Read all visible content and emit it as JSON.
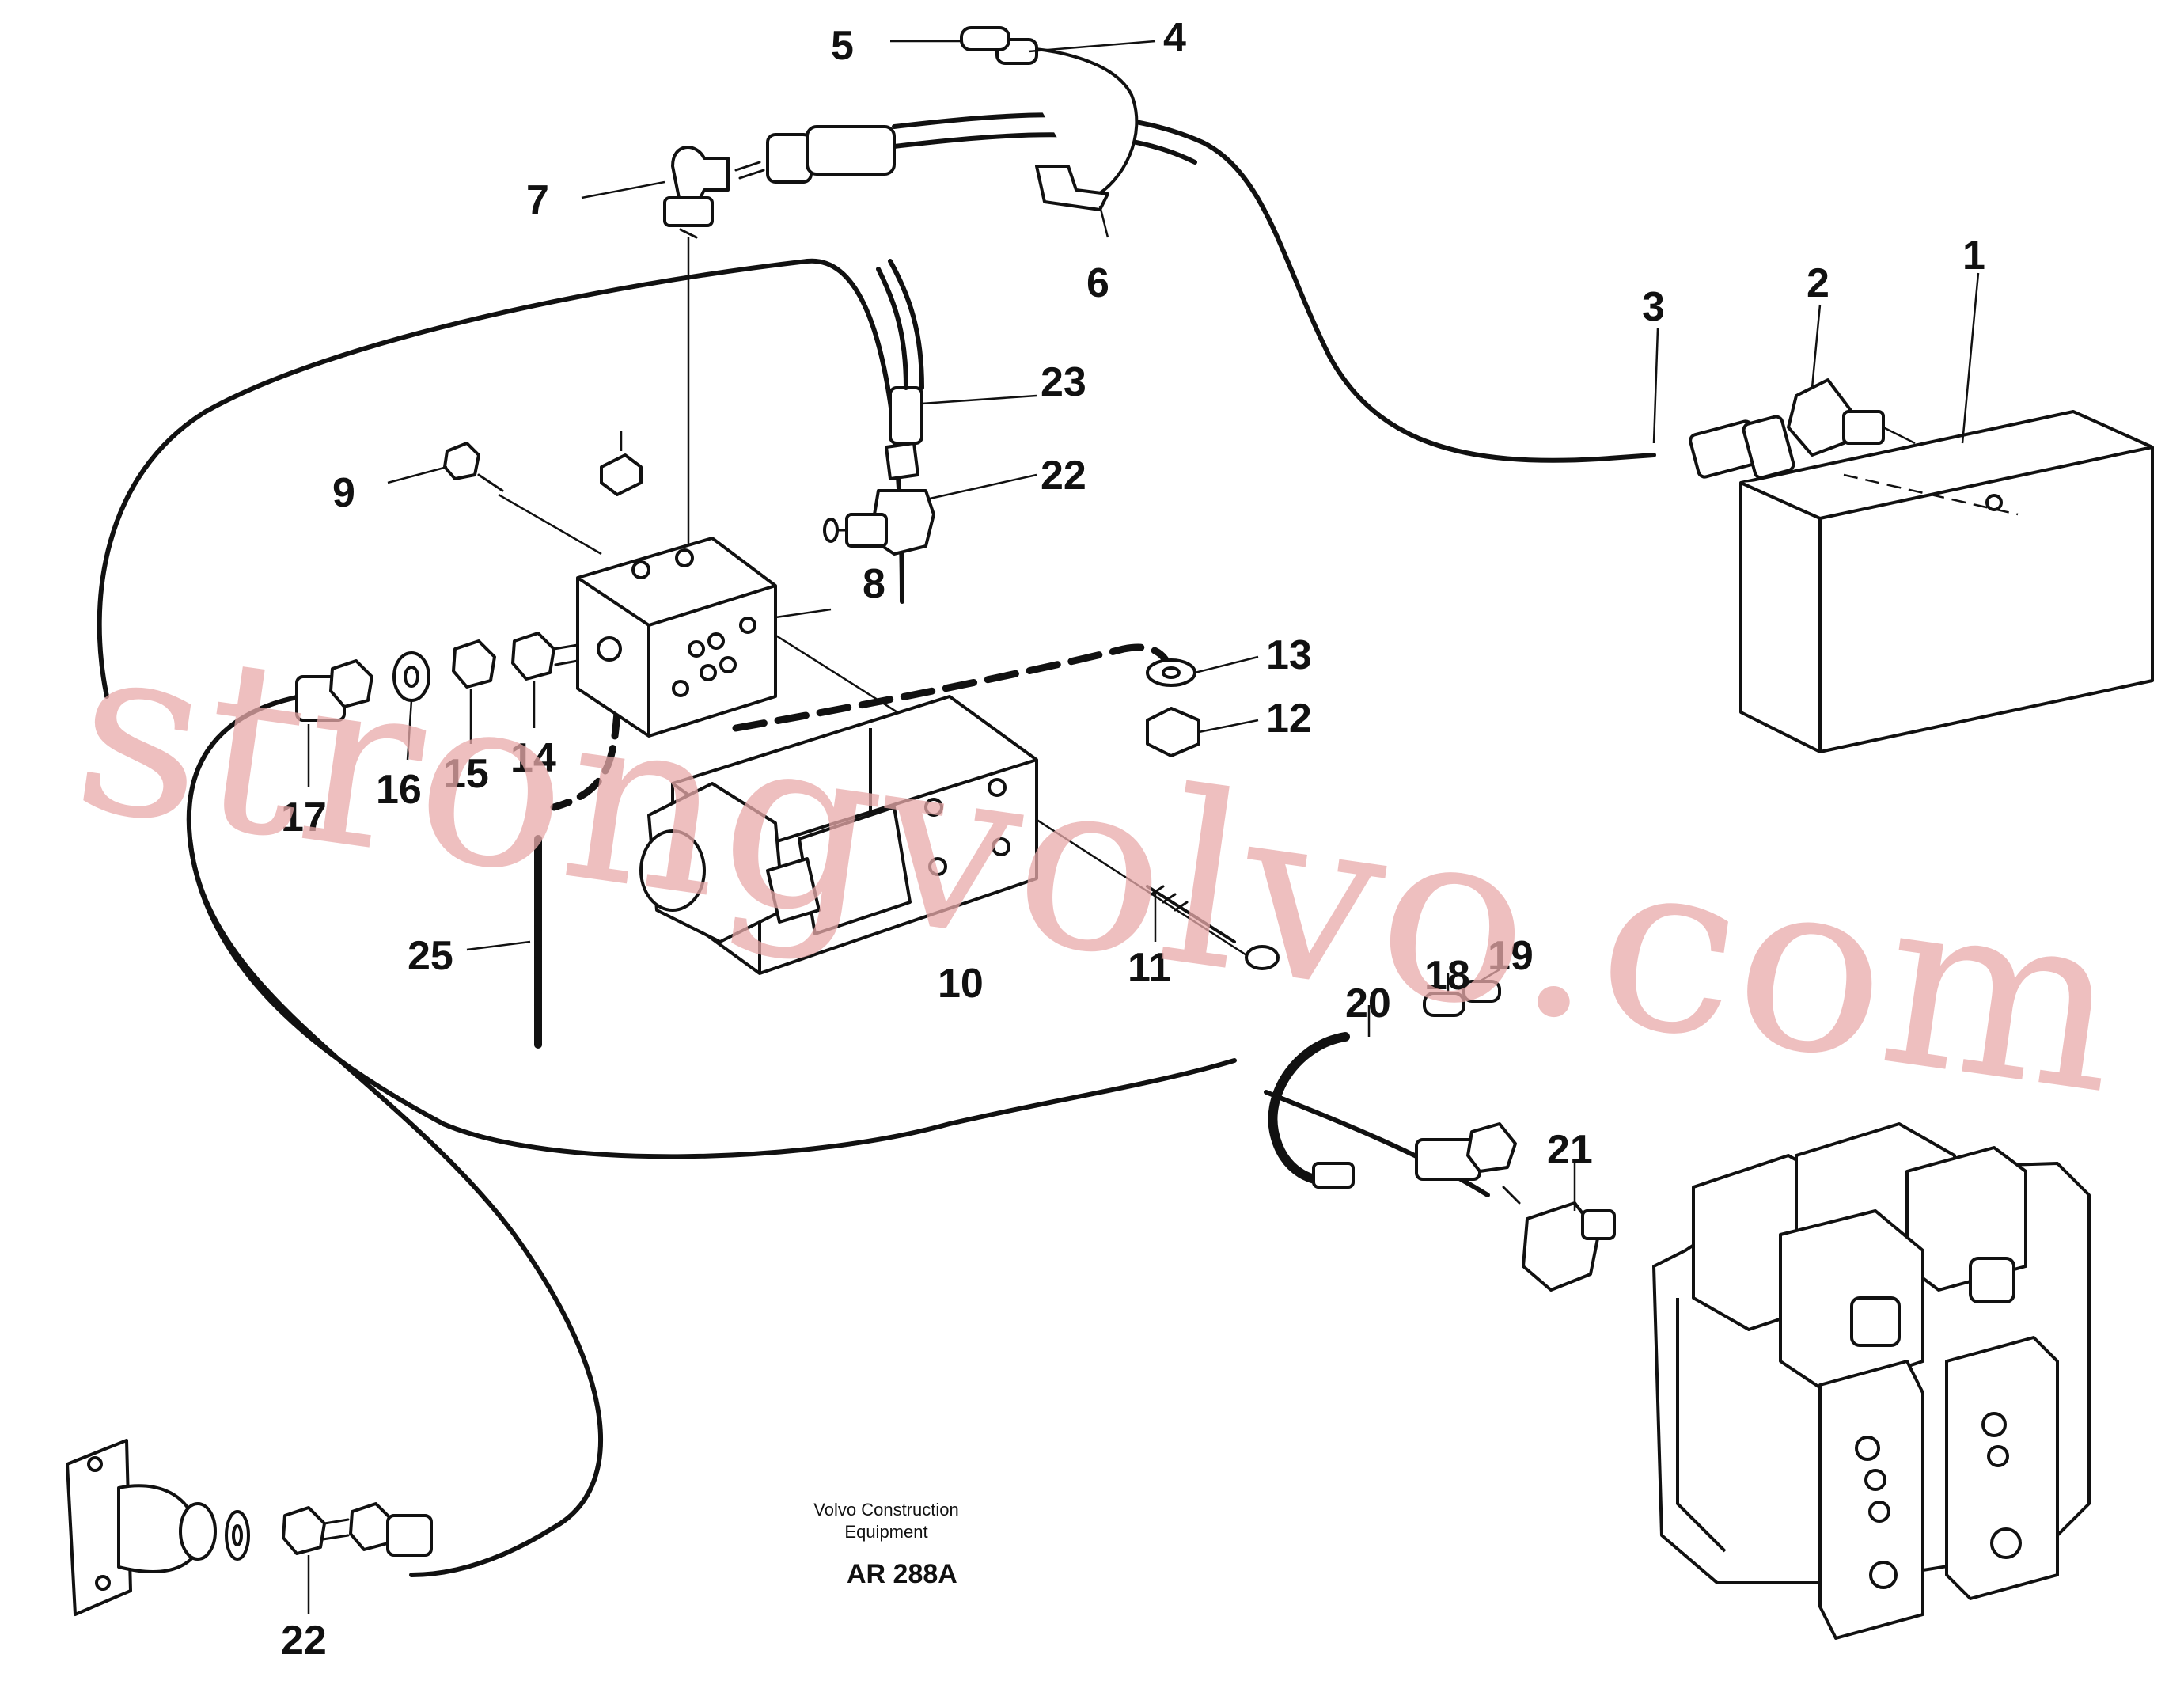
{
  "callouts": {
    "c1": "1",
    "c2": "2",
    "c3": "3",
    "c4": "4",
    "c5": "5",
    "c6": "6",
    "c7": "7",
    "c8": "8",
    "c9": "9",
    "c10": "10",
    "c11": "11",
    "c12": "12",
    "c13": "13",
    "c14": "14",
    "c15": "15",
    "c16": "16",
    "c17": "17",
    "c18": "18",
    "c19": "19",
    "c20": "20",
    "c21": "21",
    "c22a": "22",
    "c22b": "22",
    "c23": "23",
    "c25": "25"
  },
  "credit": {
    "line1": "Volvo Construction",
    "line2": "Equipment",
    "code": "AR 288A"
  },
  "watermark": "strongvolvo.com",
  "colors": {
    "line": "#111111",
    "watermark": "#e8a9a9",
    "background": "#ffffff"
  }
}
